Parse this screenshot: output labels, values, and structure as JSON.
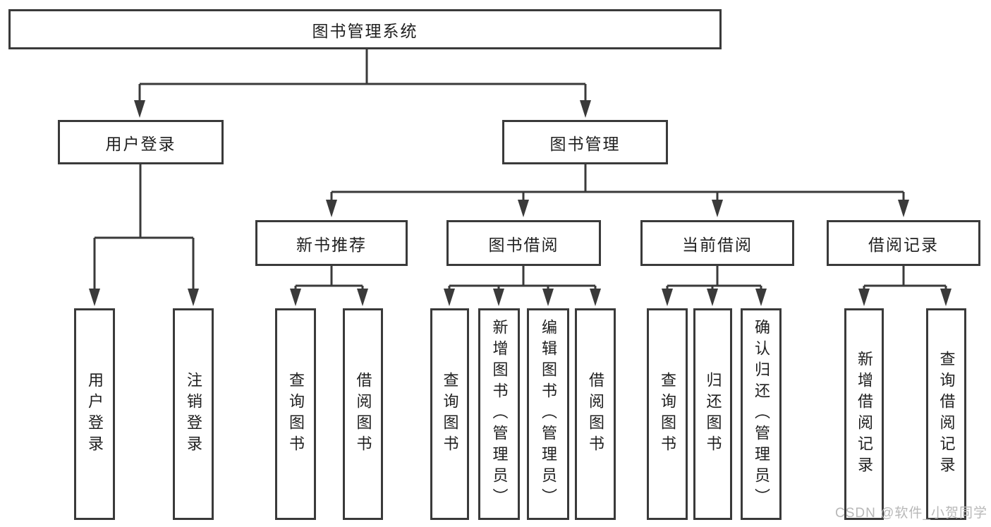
{
  "colors": {
    "line": "#3a3a3a",
    "text": "#1f1f1f",
    "box_background": "#ffffff",
    "watermark": "#b8b8b8"
  },
  "diagram_type": "hierarchy-tree",
  "tree": {
    "root": {
      "label": "图书管理系统",
      "children": [
        {
          "label": "用户登录",
          "children": [
            {
              "label": "用户登录"
            },
            {
              "label": "注销登录"
            }
          ]
        },
        {
          "label": "图书管理",
          "children": [
            {
              "label": "新书推荐",
              "children": [
                {
                  "label": "查询图书"
                },
                {
                  "label": "借阅图书"
                }
              ]
            },
            {
              "label": "图书借阅",
              "children": [
                {
                  "label": "查询图书"
                },
                {
                  "label": "新增图书（管理员）"
                },
                {
                  "label": "编辑图书（管理员）"
                },
                {
                  "label": "借阅图书"
                }
              ]
            },
            {
              "label": "当前借阅",
              "children": [
                {
                  "label": "查询图书"
                },
                {
                  "label": "归还图书"
                },
                {
                  "label": "确认归还（管理员）"
                }
              ]
            },
            {
              "label": "借阅记录",
              "children": [
                {
                  "label": "新增借阅记录"
                },
                {
                  "label": "查询借阅记录"
                }
              ]
            }
          ]
        }
      ]
    }
  },
  "watermark": {
    "text": "CSDN @软件_小贺同学"
  }
}
